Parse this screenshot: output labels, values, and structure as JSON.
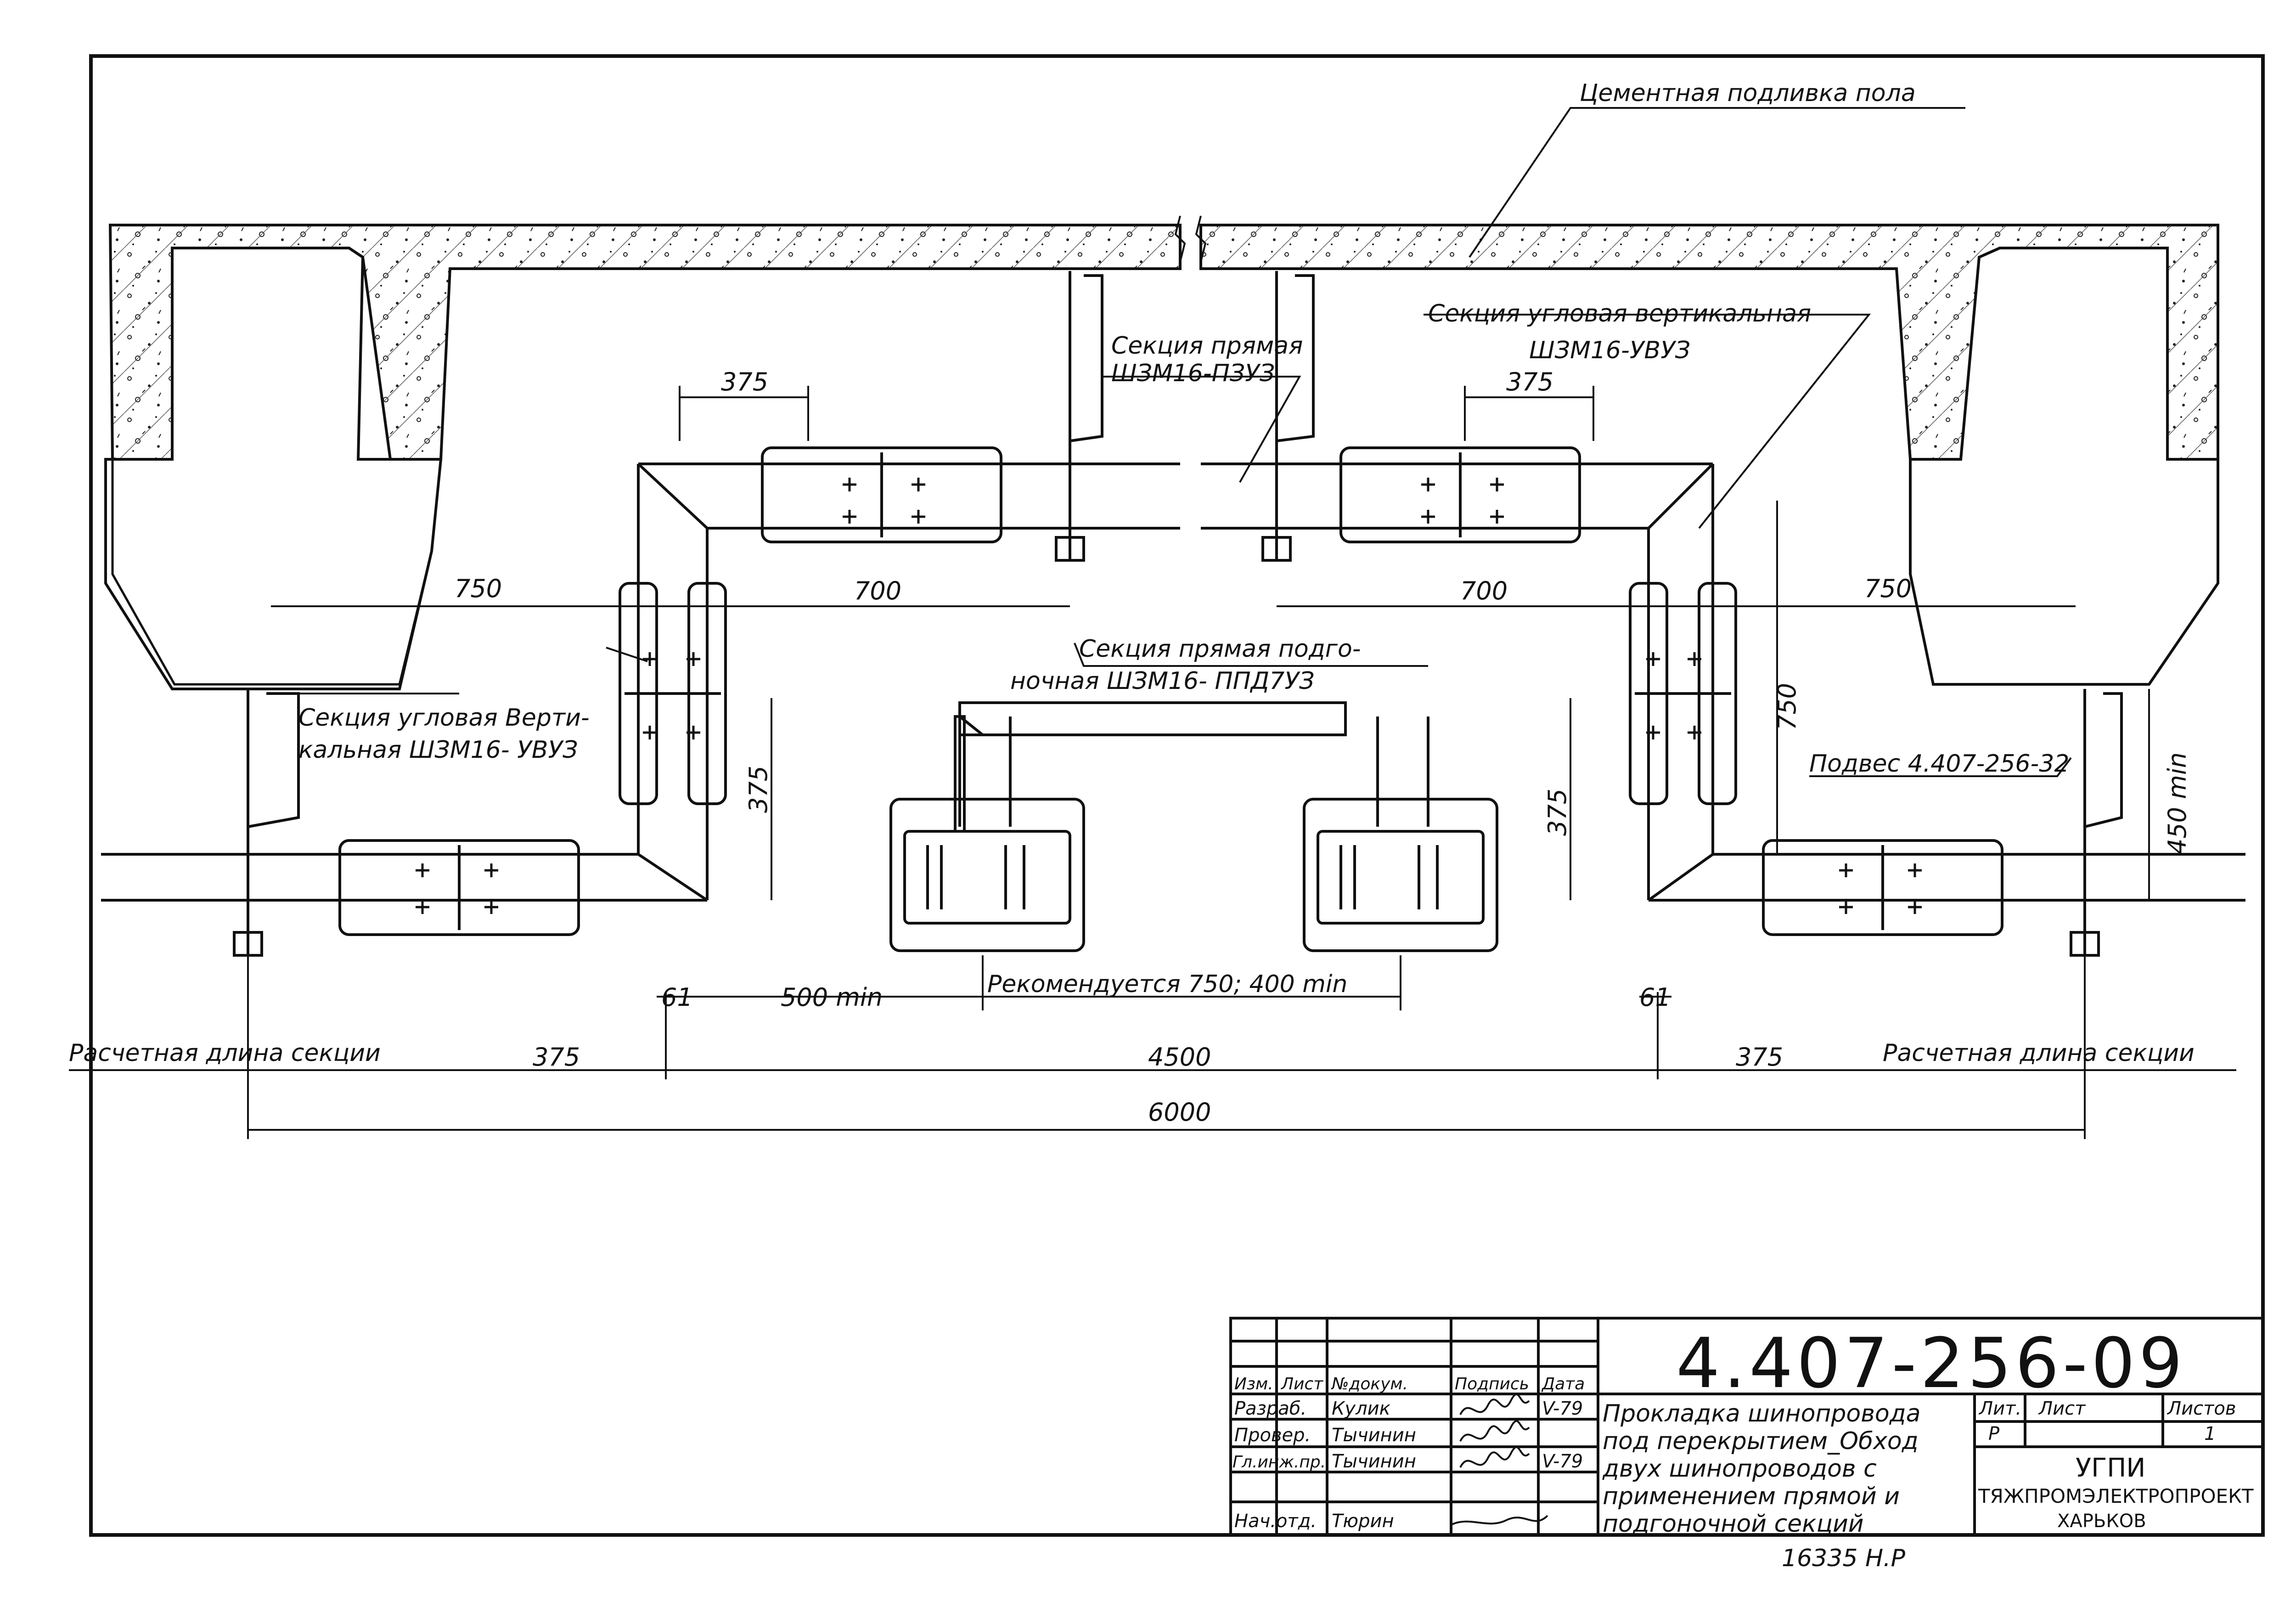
{
  "labels": {
    "cement": "Цементная подливка пола",
    "straight_section_1": "Секция прямая",
    "straight_section_2": "ШЗМ16-ПЗУЗ",
    "corner_vertical_right_1": "Секция угловая вертикальная",
    "corner_vertical_right_2": "ШЗМ16-УВУЗ",
    "adjust_1": "Секция прямая подго-",
    "adjust_2": "ночная  ШЗМ16- ППД7УЗ",
    "corner_vertical_left_1": "Секция угловая Верти-",
    "corner_vertical_left_2": "кальная ШЗМ16- УВУЗ",
    "hanger": "Подвес 4.407-256-32",
    "calc_len_left": "Расчетная длина секции",
    "calc_len_right": "Расчетная длина секции",
    "recommended": "Рекомендуется 750; 400 min"
  },
  "dimensions": {
    "d375_top_left": "375",
    "d375_top_right": "375",
    "d750_left": "750",
    "d750_right": "750",
    "d700_left": "700",
    "d700_right": "700",
    "d750_vert": "750",
    "d375_vert_left": "375",
    "d375_vert_right": "375",
    "d450min": "450 min",
    "d61_left": "61",
    "d61_right": "61",
    "d500min": "500 min",
    "d375_bottom_left": "375",
    "d375_bottom_right": "375",
    "d4500": "4500",
    "d6000": "6000"
  },
  "title_block": {
    "doc_number": "4.407-256-09",
    "headers": {
      "izm": "Изм.",
      "list": "Лист",
      "doc": "№докум.",
      "sign": "Подпись",
      "date": "Дата"
    },
    "rows": [
      {
        "role": "Разраб.",
        "name": "Кулик",
        "date": "V-79"
      },
      {
        "role": "Провер.",
        "name": "Тычинин",
        "date": ""
      },
      {
        "role": "Гл.инж.пр.",
        "name": "Тычинин",
        "date": "V-79"
      },
      {
        "role": "Нач.отд.",
        "name": "Тюрин",
        "date": ""
      }
    ],
    "description": [
      "Прокладка шинопровода",
      "под перекрытием_Обход",
      "двух шинопроводов с",
      "применением прямой и",
      "подгоночной секций"
    ],
    "lit_label": "Лит.",
    "sheet_label": "Лист",
    "sheets_label": "Листов",
    "lit_value": "Р",
    "sheets_value": "1",
    "org_1": "УГПИ",
    "org_2": "ТЯЖПРОМЭЛЕКТРОПРОЕКТ",
    "org_3": "ХАРЬКОВ"
  },
  "bottom_note": "16335     Н.Р"
}
